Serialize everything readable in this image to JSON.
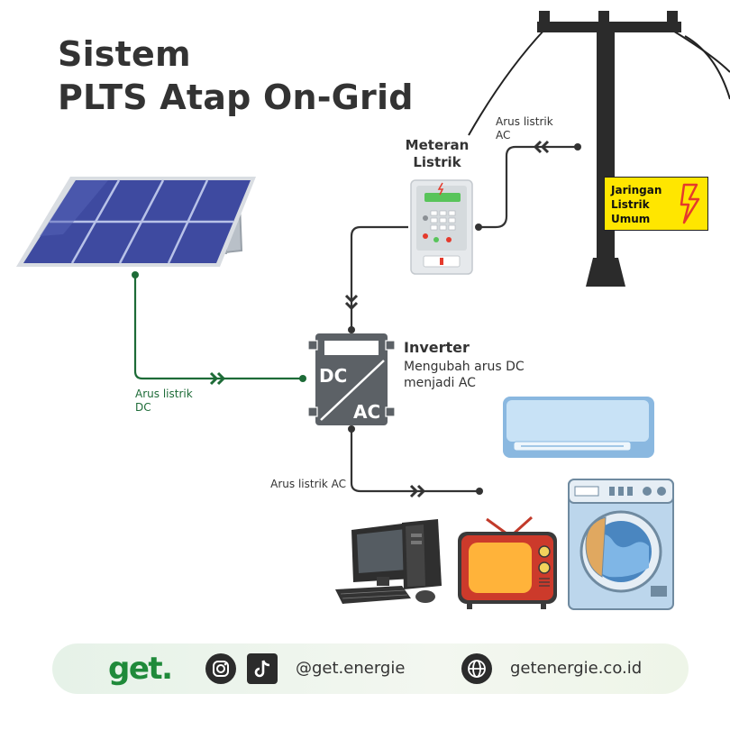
{
  "title": {
    "line1": "Sistem",
    "line2": "PLTS Atap On-Grid"
  },
  "meter": {
    "title": "Meteran Listrik"
  },
  "inverter": {
    "name": "Inverter",
    "description": "Mengubah arus DC menjadi AC",
    "dc_label": "DC",
    "ac_label": "AC"
  },
  "grid": {
    "sign": "Jaringan Listrik Umum"
  },
  "labels": {
    "grid_current": "Arus listrik AC",
    "panel_current": "Arus listrik DC",
    "load_current": "Arus listrik AC"
  },
  "footer": {
    "logo": "get.",
    "social_handle": "@get.energie",
    "website": "getenergie.co.id",
    "icons": [
      "instagram-icon",
      "tiktok-icon",
      "globe-icon"
    ]
  },
  "colors": {
    "dc_line": "#1d6b37",
    "ac_line": "#333333",
    "sign": "#ffe600",
    "brand": "#1f8a3a"
  }
}
